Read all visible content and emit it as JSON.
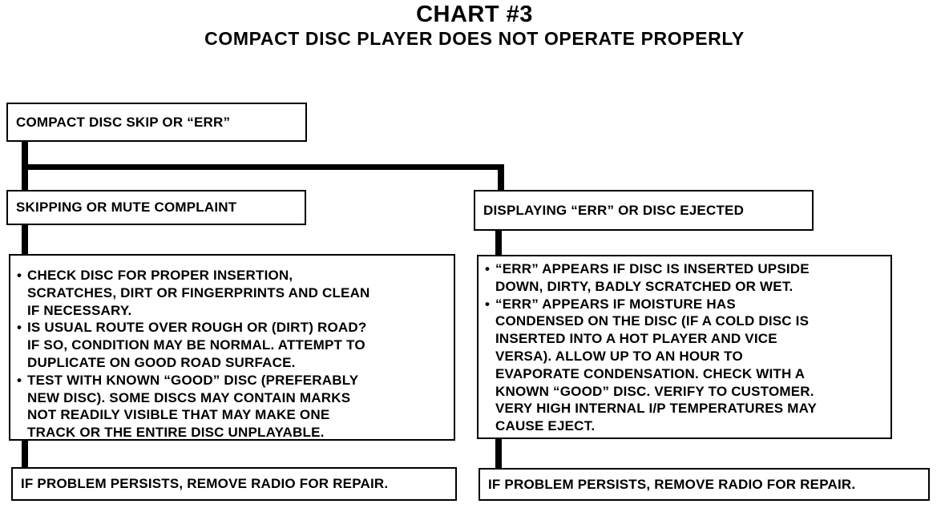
{
  "header": {
    "title": "CHART #3",
    "subtitle": "COMPACT DISC PLAYER DOES NOT OPERATE PROPERLY"
  },
  "top_box": {
    "label": "COMPACT DISC SKIP OR “ERR”"
  },
  "left_branch": {
    "header": "SKIPPING OR MUTE COMPLAINT",
    "bullets": [
      [
        "CHECK DISC FOR PROPER INSERTION,",
        "SCRATCHES, DIRT OR FINGERPRINTS AND CLEAN",
        "IF NECESSARY."
      ],
      [
        "IS USUAL ROUTE OVER ROUGH OR (DIRT) ROAD?",
        "IF SO, CONDITION MAY BE NORMAL. ATTEMPT TO",
        "DUPLICATE ON GOOD ROAD SURFACE."
      ],
      [
        "TEST WITH KNOWN “GOOD” DISC (PREFERABLY",
        "NEW DISC). SOME DISCS MAY CONTAIN MARKS",
        "NOT READILY VISIBLE THAT MAY MAKE ONE",
        "TRACK OR THE ENTIRE DISC UNPLAYABLE."
      ]
    ],
    "result": "IF PROBLEM PERSISTS, REMOVE RADIO FOR REPAIR."
  },
  "right_branch": {
    "header": "DISPLAYING “ERR” OR DISC EJECTED",
    "bullets": [
      [
        "“ERR” APPEARS IF DISC IS INSERTED UPSIDE",
        "DOWN, DIRTY, BADLY SCRATCHED OR WET."
      ],
      [
        "“ERR” APPEARS IF MOISTURE HAS",
        "CONDENSED ON THE DISC (IF A COLD DISC IS",
        "INSERTED INTO A HOT PLAYER AND VICE",
        "VERSA). ALLOW UP TO AN HOUR TO",
        "EVAPORATE CONDENSATION. CHECK WITH A",
        "KNOWN “GOOD” DISC. VERIFY TO CUSTOMER.",
        "VERY HIGH INTERNAL I/P TEMPERATURES MAY",
        "CAUSE EJECT."
      ]
    ],
    "result": "IF PROBLEM PERSISTS, REMOVE RADIO FOR REPAIR."
  }
}
